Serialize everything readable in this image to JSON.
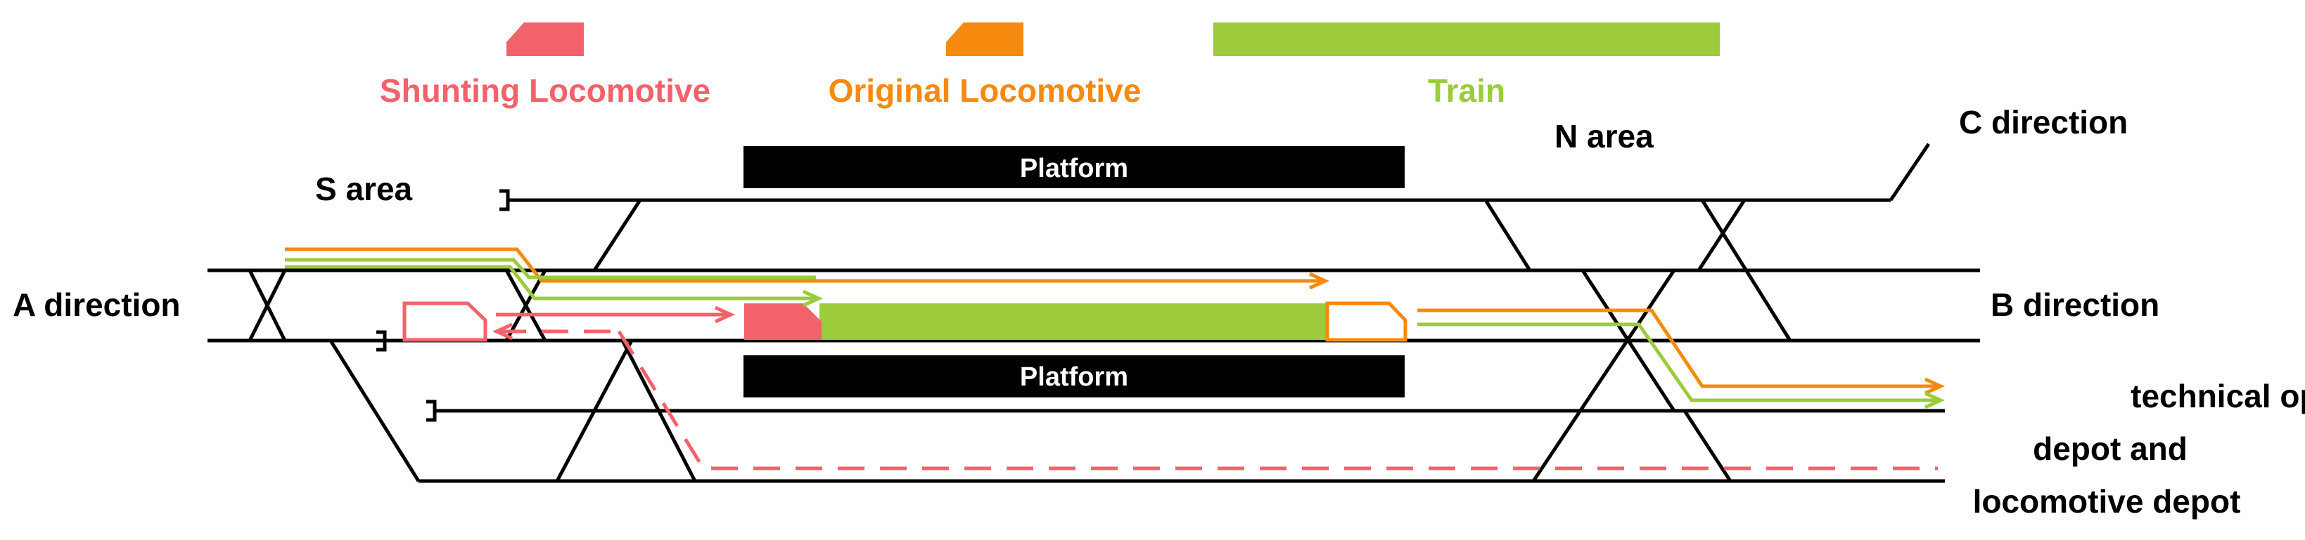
{
  "legend": {
    "shunting_label": "Shunting Locomotive",
    "original_label": "Original Locomotive",
    "train_label": "Train"
  },
  "labels": {
    "platform_top": "Platform",
    "platform_bottom": "Platform",
    "s_area": "S area",
    "n_area": "N area",
    "a_direction": "A direction",
    "b_direction": "B direction",
    "c_direction": "C direction",
    "depot_line1": "technical operation",
    "depot_line2": "depot and",
    "depot_line3": "locomotive depot"
  },
  "colors": {
    "shunting": "#F2626B",
    "original": "#F58A0E",
    "train": "#9CCB3B",
    "track": "#000000",
    "platform": "#000000"
  }
}
